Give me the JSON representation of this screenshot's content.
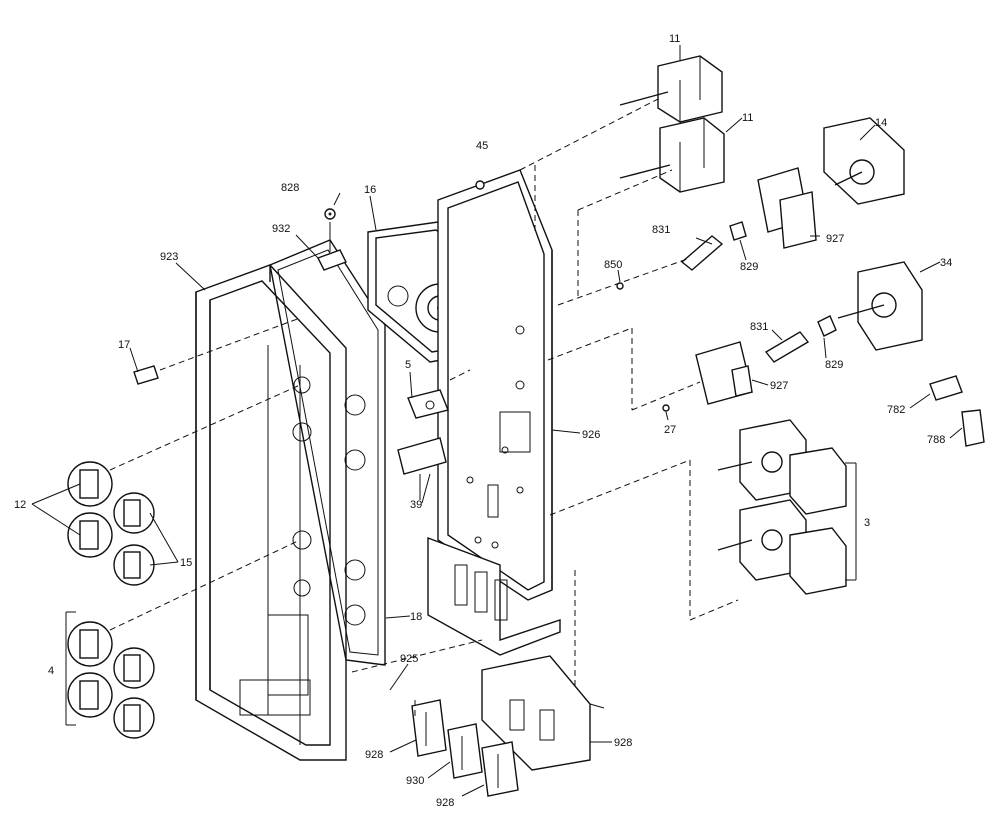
{
  "labels": {
    "l11a": "11",
    "l11b": "11",
    "l14": "14",
    "l45": "45",
    "l16": "16",
    "l828": "828",
    "l932": "932",
    "l923": "923",
    "l831a": "831",
    "l829a": "829",
    "l927a": "927",
    "l850": "850",
    "l34": "34",
    "l831b": "831",
    "l829b": "829",
    "l927b": "927",
    "l17": "17",
    "l5": "5",
    "l27": "27",
    "l782": "782",
    "l788": "788",
    "l926": "926",
    "l12": "12",
    "l39": "39",
    "l15": "15",
    "l3": "3",
    "l18": "18",
    "l4": "4",
    "l925": "925",
    "l928a": "928",
    "l928b": "928",
    "l928c": "928",
    "l930": "930"
  }
}
